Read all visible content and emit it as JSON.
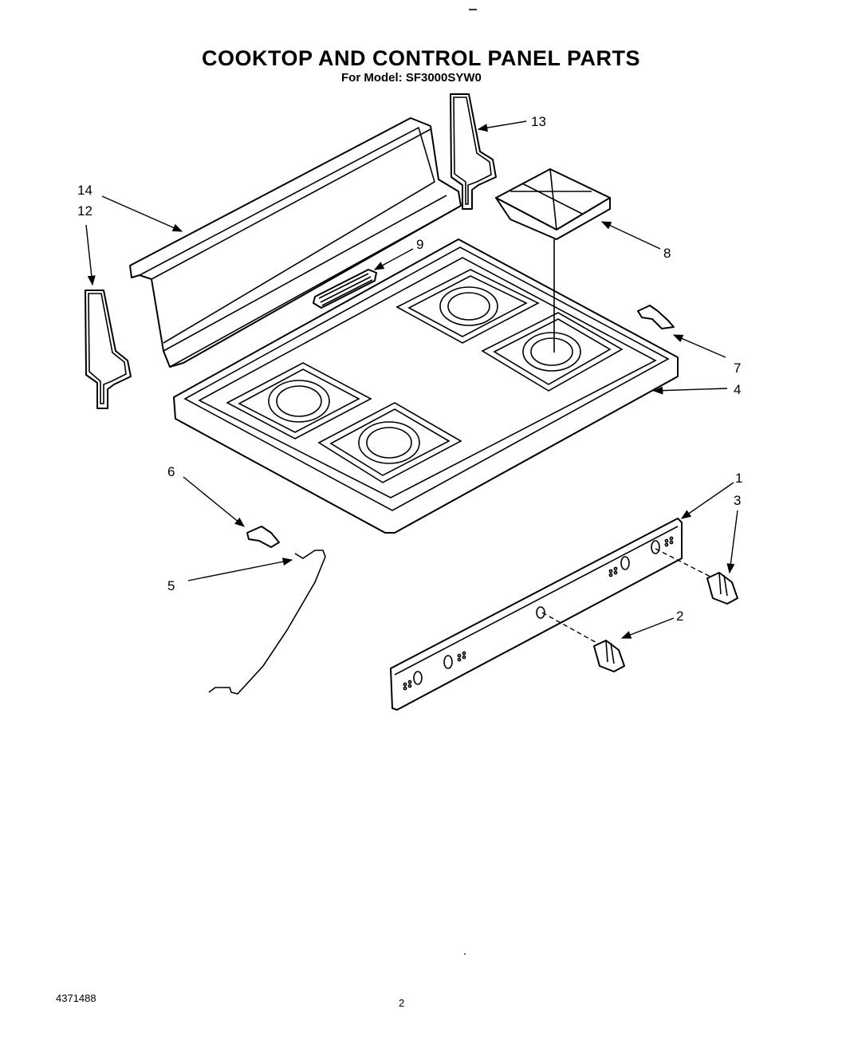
{
  "header": {
    "title": "COOKTOP AND CONTROL PANEL PARTS",
    "subtitle": "For Model: SF3000SYW0"
  },
  "footer": {
    "document_number": "4371488",
    "page_number": "2"
  },
  "callouts": [
    {
      "id": "c13",
      "label": "13"
    },
    {
      "id": "c14",
      "label": "14"
    },
    {
      "id": "c12",
      "label": "12"
    },
    {
      "id": "c9",
      "label": "9"
    },
    {
      "id": "c8",
      "label": "8"
    },
    {
      "id": "c7",
      "label": "7"
    },
    {
      "id": "c4",
      "label": "4"
    },
    {
      "id": "c6",
      "label": "6"
    },
    {
      "id": "c5",
      "label": "5"
    },
    {
      "id": "c1",
      "label": "1"
    },
    {
      "id": "c3",
      "label": "3"
    },
    {
      "id": "c2",
      "label": "2"
    }
  ]
}
